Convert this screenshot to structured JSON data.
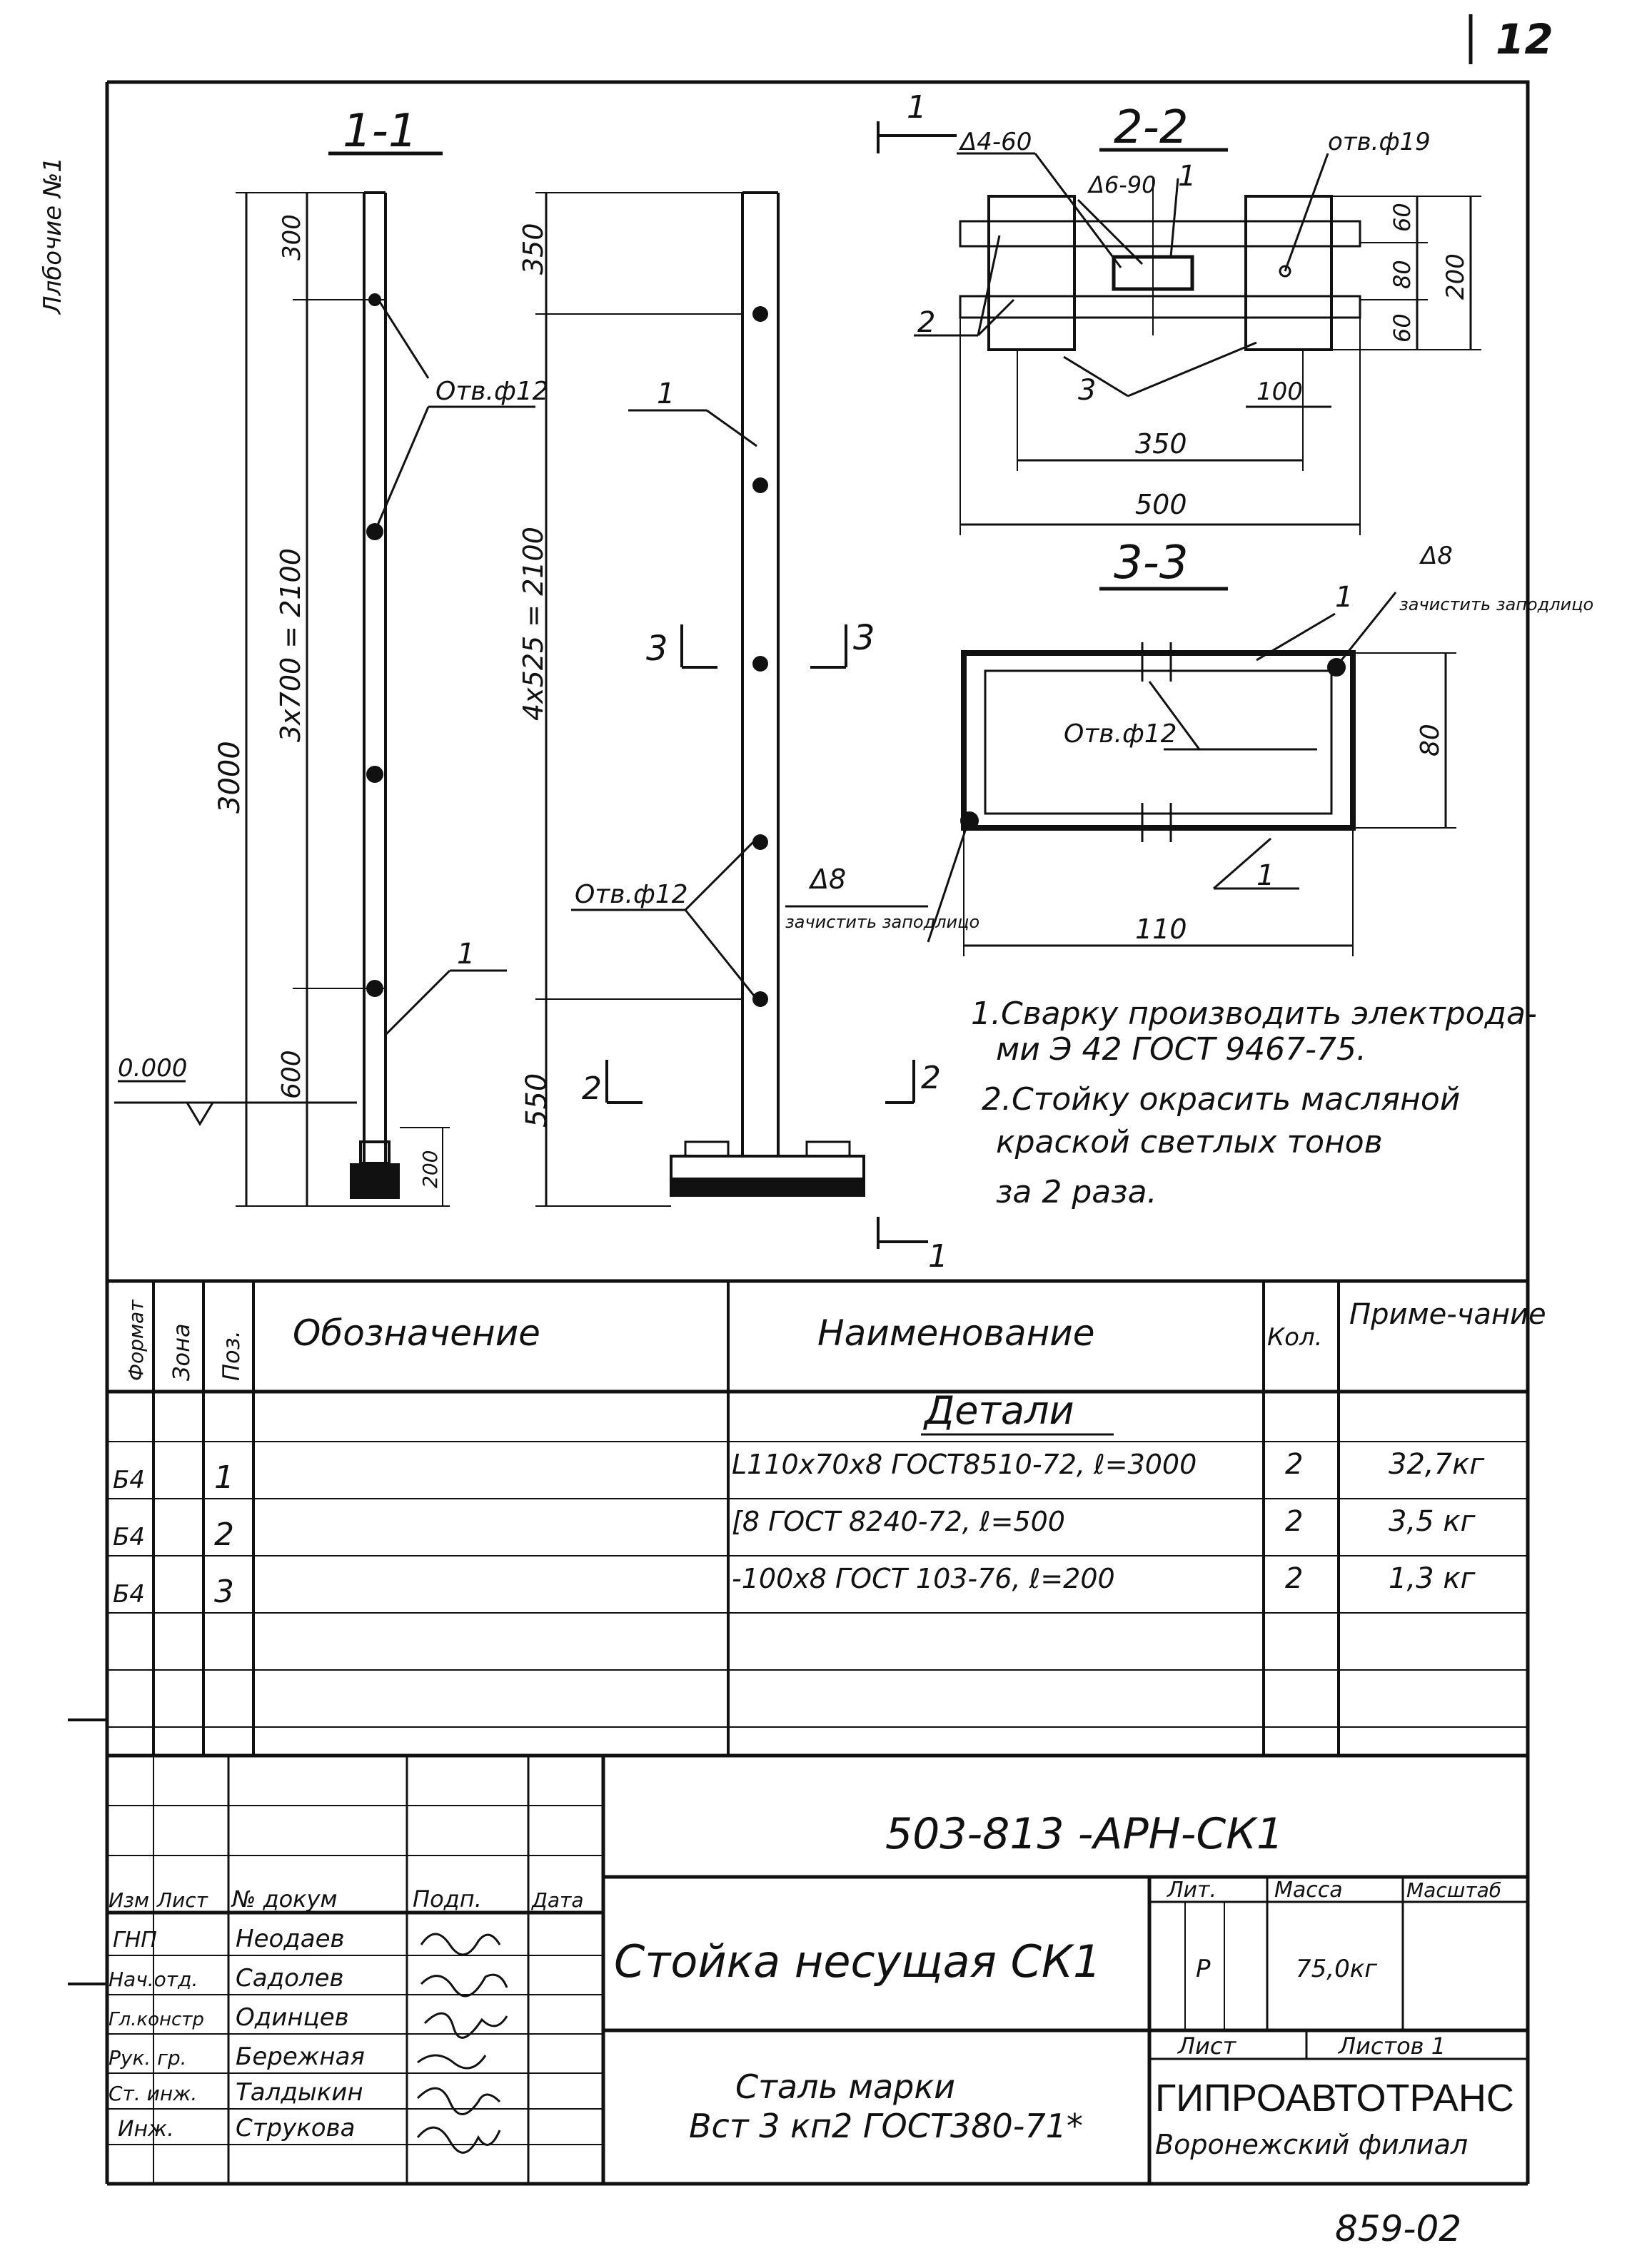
{
  "sheet": {
    "number": "12",
    "side_note": "Ллбочие №1",
    "bottom_code": "859-02"
  },
  "view_1_1": {
    "title": "1-1",
    "dim_top": "300",
    "dim_mid": "3х700 = 2100",
    "dim_total": "3000",
    "dim_bottom": "600",
    "dim_base": "200",
    "hole_label": "Отв.ф12",
    "pos_label": "1",
    "level": "0.000"
  },
  "view_front": {
    "dim_top": "350",
    "dim_mid": "4х525 = 2100",
    "dim_bottom": "550",
    "hole_label": "Отв.ф12",
    "pos_label": "1",
    "cut3_left": "3",
    "cut3_right": "3",
    "cut2_left": "2",
    "cut2_right": "2",
    "cut1_top": "1",
    "cut1_bottom": "1"
  },
  "view_2_2": {
    "title": "2-2",
    "weld1": "Δ4-60",
    "weld2": "Δ6-90",
    "pos1": "1",
    "pos2": "2",
    "pos3": "3",
    "hole": "отв.ф19",
    "d60a": "60",
    "d80": "80",
    "d60b": "60",
    "d200": "200",
    "d100": "100",
    "d350": "350",
    "d500": "500"
  },
  "view_3_3": {
    "title": "3-3",
    "weld_top": "Δ8",
    "note_top": "зачистить заподлицо",
    "pos1_top": "1",
    "hole": "Отв.ф12",
    "d80": "80",
    "pos1_bottom": "1",
    "weld_left": "Δ8",
    "note_left": "зачистить заподлицо",
    "d110": "110"
  },
  "notes": {
    "line1": "1.Сварку производить электрода-",
    "line2": "ми Э 42 ГОСТ 9467-75.",
    "line3": "2.Стойку окрасить масляной",
    "line4": "краской светлых тонов",
    "line5": "за 2 раза."
  },
  "spec": {
    "headers": {
      "format": "Формат",
      "zone": "Зона",
      "pos": "Поз.",
      "designation": "Обозначение",
      "name": "Наименование",
      "qty": "Кол.",
      "note": "Приме-чание"
    },
    "section_title": "Детали",
    "rows": [
      {
        "format": "Б4",
        "pos": "1",
        "name": "L110х70х8 ГОСТ8510-72, ℓ=3000",
        "qty": "2",
        "note": "32,7кг"
      },
      {
        "format": "Б4",
        "pos": "2",
        "name": "[8 ГОСТ 8240-72,  ℓ=500",
        "qty": "2",
        "note": "3,5 кг"
      },
      {
        "format": "Б4",
        "pos": "3",
        "name": "-100х8 ГОСТ 103-76,  ℓ=200",
        "qty": "2",
        "note": "1,3 кг"
      }
    ]
  },
  "title_block": {
    "code": "503-813       -АРН-СК1",
    "title": "Стойка несущая СК1",
    "material_line1": "Сталь марки",
    "material_line2": "Вст 3 кп2 ГОСТ380-71*",
    "lit_label": "Лит.",
    "mass_label": "Масса",
    "scale_label": "Масштаб",
    "lit_value": "Р",
    "mass_value": "75,0кг",
    "sheet_label": "Лист",
    "sheets_label": "Листов 1",
    "org1": "ГИПРОАВТОТРАНС",
    "org2": "Воронежский филиал",
    "hdr_izm": "Изм",
    "hdr_list": "Лист",
    "hdr_doc": "№ докум",
    "hdr_sign": "Подп.",
    "hdr_date": "Дата",
    "staff": [
      {
        "role": "ГНП",
        "name": "Неодаев"
      },
      {
        "role": "Нач.отд.",
        "name": "Садолев"
      },
      {
        "role": "Гл.констр",
        "name": "Одинцев"
      },
      {
        "role": "Рук. гр.",
        "name": "Бережная"
      },
      {
        "role": "Ст. инж.",
        "name": "Талдыкин"
      },
      {
        "role": "Инж.",
        "name": "Струкова"
      }
    ]
  }
}
